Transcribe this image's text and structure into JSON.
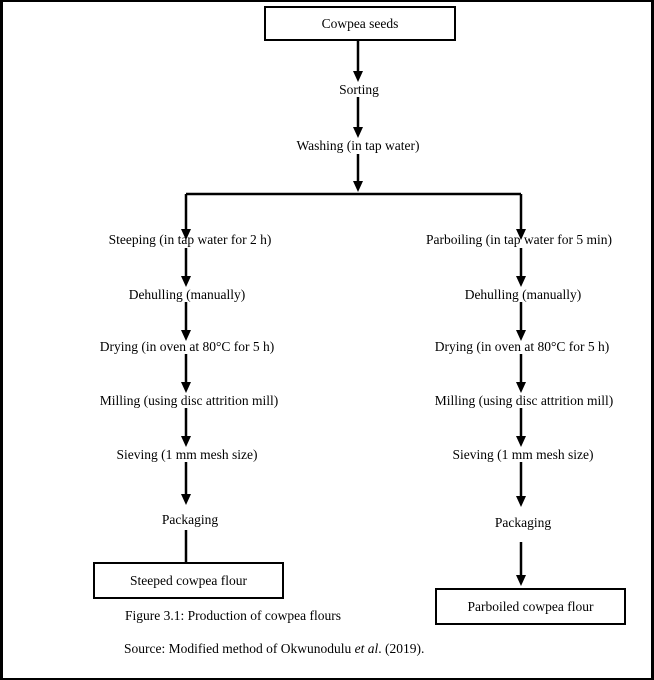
{
  "diagram": {
    "start_box": "Cowpea seeds",
    "trunk_steps": [
      {
        "label": "Sorting"
      },
      {
        "label": "Washing (in tap water)"
      }
    ],
    "left_branch": {
      "steps": [
        {
          "label": "Steeping (in tap water for 2 h)"
        },
        {
          "label": "Dehulling (manually)"
        },
        {
          "label": "Drying (in oven at 80°C for 5 h)"
        },
        {
          "label": "Milling (using disc attrition mill)"
        },
        {
          "label": "Sieving (1 mm mesh size)"
        },
        {
          "label": "Packaging"
        }
      ],
      "end_box": "Steeped cowpea flour"
    },
    "right_branch": {
      "steps": [
        {
          "label": "Parboiling (in tap water for 5 min)"
        },
        {
          "label": "Dehulling (manually)"
        },
        {
          "label": "Drying (in oven at 80°C for 5 h)"
        },
        {
          "label": "Milling (using disc attrition mill)"
        },
        {
          "label": "Sieving (1 mm mesh size)"
        },
        {
          "label": "Packaging"
        }
      ],
      "end_box": "Parboiled cowpea flour"
    },
    "figure_caption": "Figure 3.1: Production of cowpea flours",
    "source": {
      "prefix": "Source: Modified method of Okwunodulu ",
      "italic": "et al",
      "suffix": ". (2019)."
    },
    "colors": {
      "line": "#000000",
      "background": "#ffffff"
    }
  }
}
